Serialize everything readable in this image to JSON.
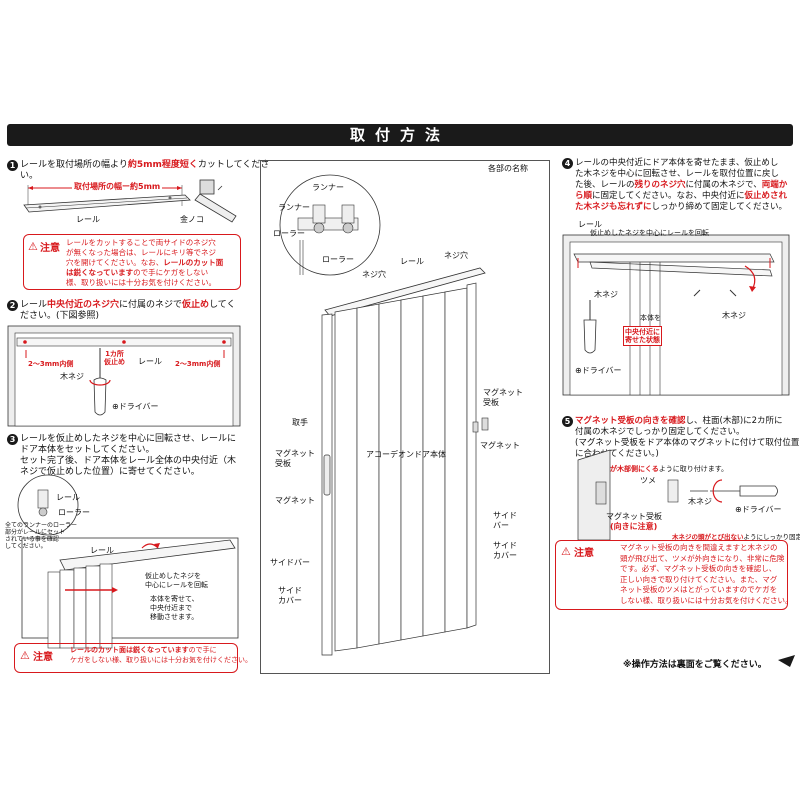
{
  "title": "取付方法",
  "parts_label": "各部の名称",
  "footer_note": "※操作方法は裏面をご覧ください。",
  "colors": {
    "accent_red": "#d8191d",
    "banner": "#1a1a1a"
  },
  "step1": {
    "number": "1",
    "text_before": "レールを取付場所の幅より",
    "text_red": "約5mm程度短く",
    "text_after": "カットしてくださ",
    "text_line2": "い。",
    "dim_label": "取付場所の幅ー約5mm",
    "rail_label": "レール",
    "saw_label": "金ノコ"
  },
  "warn1": {
    "head": "注意",
    "line1": "レールをカットすることで両サイドのネジ穴",
    "line2": "が無くなった場合は、レールにキリ等でネジ",
    "line3": "穴を開けてください。なお、",
    "line3_red": "レールのカット面",
    "line4_red": "は鋭くなっています",
    "line4": "ので手にケガをしない",
    "line5": "様、取り扱いには十分お気を付けください。"
  },
  "step2": {
    "number": "2",
    "text_a": "レール",
    "text_red1": "中央付近のネジ穴",
    "text_b": "に付属のネジで",
    "text_red2": "仮止め",
    "text_c": "してく",
    "text_line2": "ださい。(下図参照)",
    "left_inner": "2〜3mm内側",
    "right_inner": "2〜3mm内側",
    "center_tack": "1カ所\n仮止め",
    "rail_label": "レール",
    "screw_label": "木ネジ",
    "driver_label": "⊕ドライバー"
  },
  "step3": {
    "number": "3",
    "line1": "レールを仮止めしたネジを中心に回転させ、レールに",
    "line2": "ドア本体をセットしてください。",
    "line3": "セット完了後、ドア本体をレール全体の中央付近（木",
    "line4": "ネジで仮止めした位置）に寄せてください。",
    "inset_rail": "レール",
    "inset_roller": "ローラー",
    "inset_note": "全てのランナーのローラー\n部分がレールにセット\nされている事を確認\nしてください。",
    "rail_label": "レール",
    "rotate_note": "仮止めしたネジを\n中心にレールを回転",
    "move_note": "本体を寄せて、\n中央付近まで\n移動させます。"
  },
  "warn3": {
    "head": "注意",
    "line1_red": "レールのカット面は鋭くなっています",
    "line1": "ので手に",
    "line2": "ケガをしない様、取り扱いには十分お気を付けください。"
  },
  "parts": {
    "runner1": "ランナー",
    "runner2": "ランナー",
    "roller1": "ローラー",
    "roller2": "ローラー",
    "rail": "レール",
    "screw_hole_top": "ネジ穴",
    "screw_hole": "ネジ穴",
    "magnet_receiver": "マグネット\n受板",
    "magnet_right": "マグネット",
    "handle": "取手",
    "magnet_receiver_left": "マグネット\n受板",
    "magnet_left": "マグネット",
    "door_body": "アコーデオンドア本体",
    "side_bar_right": "サイド\nバー",
    "side_cover_right": "サイド\nカバー",
    "side_bar_left": "サイドバー",
    "side_cover_left": "サイド\nカバー"
  },
  "step4": {
    "number": "4",
    "line1": "レールの中央付近にドア本体を寄せたまま、仮止めし",
    "line2": "た木ネジを中心に回転させ、レールを取付位置に戻し",
    "line3a": "た後、レールの",
    "line3_red": "残りのネジ穴",
    "line3b": "に付属の木ネジで、",
    "line3_red2": "両端か",
    "line4_red": "ら順",
    "line4": "に固定してください。なお、中央付近に",
    "line4_red2": "仮止めされ",
    "line5_red": "た木ネジも忘れずに",
    "line5": "しっかり締めて固定してください。",
    "rail_label": "レール",
    "rail_note": "仮止めしたネジを中心にレールを回転",
    "screw_left": "木ネジ",
    "screw_right": "木ネジ",
    "door_label": "本体を",
    "center_tag": "中央付近に\n寄せた状態",
    "driver_label": "⊕ドライバー"
  },
  "step5": {
    "number": "5",
    "line1_red": "マグネット受板の向きを確認",
    "line1": "し、柱面(木部)に2カ所に",
    "line2": "付属の木ネジでしっかり固定してください。",
    "line3": "(マグネット受板をドア本体のマグネットに付けて取付位置",
    "line4": "に合わせてください。)",
    "claw_red": "ツメが木部側にくる",
    "claw_after": "ように取り付けます。",
    "claw_label": "ツメ",
    "screw_label": "木ネジ",
    "driver_label": "⊕ドライバー",
    "receiver_label": "マグネット受板",
    "receiver_dir": "(向きに注意)",
    "head_red": "木ネジの頭がとび出ない",
    "head_after": "ようにしっかり固定します。"
  },
  "warn5": {
    "head": "注意",
    "line1": "マグネット受板の向きを間違えますと木ネジの",
    "line2": "頭が飛び出て、ツメが外向きになり、非常に危険",
    "line3": "です。必ず、マグネット受板の向きを確認し、",
    "line4": "正しい向きで取り付けてください。また、マグ",
    "line5": "ネット受板のツメはとがっていますのでケガを",
    "line6": "しない様、取り扱いには十分お気を付けください。"
  }
}
